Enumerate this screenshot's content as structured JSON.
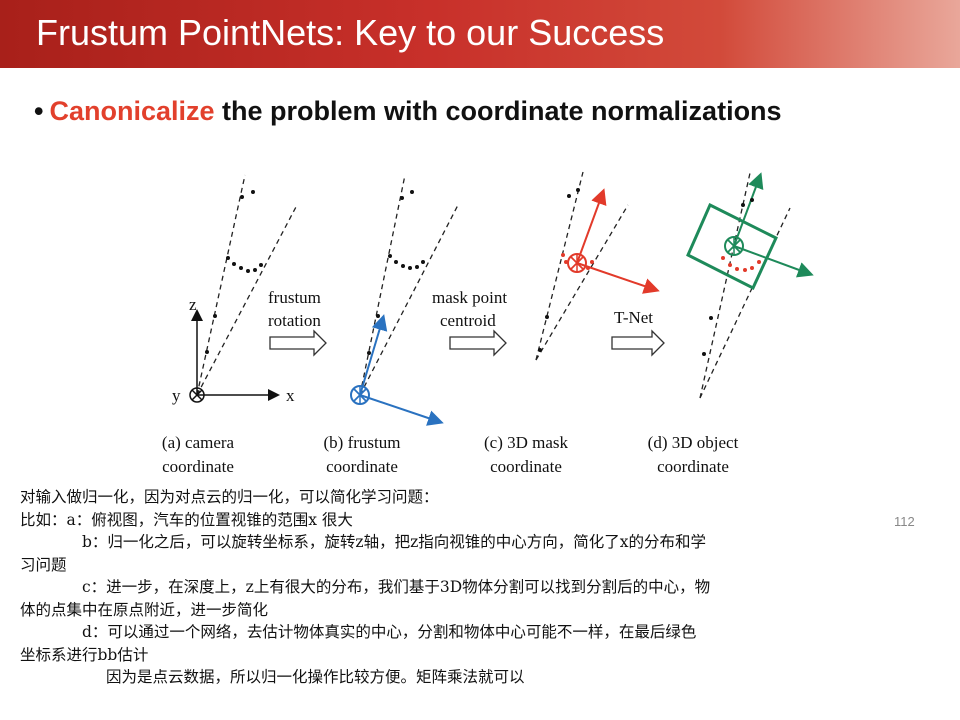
{
  "header": {
    "title": "Frustum PointNets: Key to our Success"
  },
  "bullet": {
    "highlight": "Canonicalize",
    "rest": "the problem with coordinate normalizations"
  },
  "diagram": {
    "axes": {
      "z": "z",
      "y": "y",
      "x": "x"
    },
    "arrows": [
      {
        "line1": "frustum",
        "line2": "rotation"
      },
      {
        "line1": "mask point",
        "line2": "centroid"
      },
      {
        "line1": "T-Net",
        "line2": ""
      }
    ],
    "captions": [
      {
        "line1": "(a) camera",
        "line2": "coordinate"
      },
      {
        "line1": "(b) frustum",
        "line2": "coordinate"
      },
      {
        "line1": "(c) 3D mask",
        "line2": "coordinate"
      },
      {
        "line1": "(d) 3D object",
        "line2": "coordinate"
      }
    ],
    "colors": {
      "blue": "#2a72c0",
      "red": "#e23a2a",
      "green": "#1e8a5a"
    }
  },
  "page_number": "112",
  "notes": [
    "对输入做归一化，因为对点云的归一化，可以简化学习问题：",
    "比如：a：俯视图，汽车的位置视锥的范围x 很大",
    "b：归一化之后，可以旋转坐标系，旋转z轴，把z指向视锥的中心方向，简化了x的分布和学",
    "习问题",
    "c：进一步，在深度上，z上有很大的分布，我们基于3D物体分割可以找到分割后的中心，物",
    "体的点集中在原点附近，进一步简化",
    "d：可以通过一个网络，去估计物体真实的中心，分割和物体中心可能不一样，在最后绿色",
    "坐标系进行bb估计",
    "因为是点云数据，所以归一化操作比较方便。矩阵乘法就可以"
  ]
}
